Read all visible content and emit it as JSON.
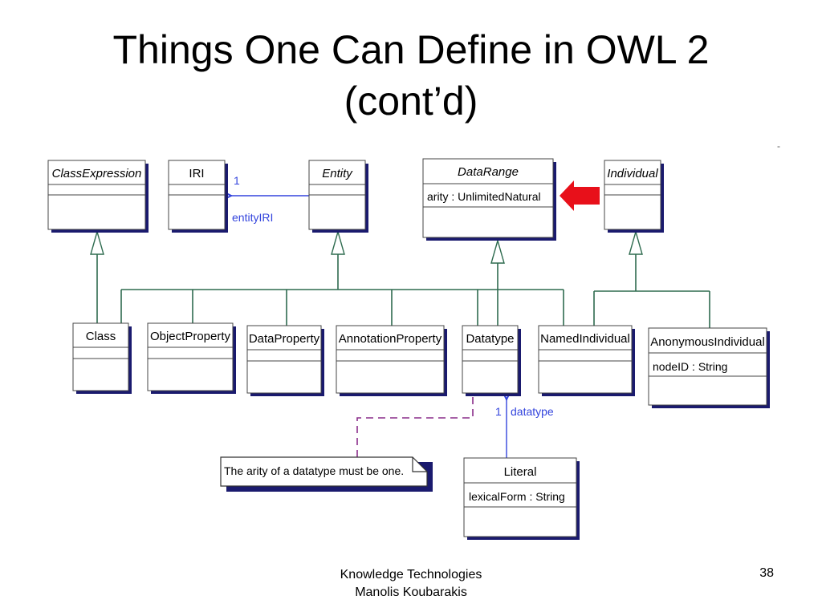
{
  "slide": {
    "title_line1": "Things One Can Define in OWL 2",
    "title_line2": "(cont’d)",
    "footer_line1": "Knowledge Technologies",
    "footer_line2": "Manolis Koubarakis",
    "page_number": "38",
    "corner_mark": "-"
  },
  "diagram": {
    "classes": {
      "class_expression": {
        "name": "ClassExpression",
        "italic": true
      },
      "iri": {
        "name": "IRI",
        "italic": false
      },
      "entity": {
        "name": "Entity",
        "italic": true
      },
      "data_range": {
        "name": "DataRange",
        "italic": true,
        "attribute": "arity : UnlimitedNatural"
      },
      "individual": {
        "name": "Individual",
        "italic": true
      },
      "class": {
        "name": "Class",
        "italic": false
      },
      "object_property": {
        "name": "ObjectProperty",
        "italic": false
      },
      "data_property": {
        "name": "DataProperty",
        "italic": false
      },
      "annotation_property": {
        "name": "AnnotationProperty",
        "italic": false
      },
      "datatype": {
        "name": "Datatype",
        "italic": false
      },
      "named_individual": {
        "name": "NamedIndividual",
        "italic": false
      },
      "anonymous_individual": {
        "name": "AnonymousIndividual",
        "italic": false,
        "attribute": "nodeID : String"
      },
      "literal": {
        "name": "Literal",
        "italic": false,
        "attribute": "lexicalForm : String"
      }
    },
    "associations": {
      "entity_iri_multiplicity": "1",
      "entity_iri_role": "entityIRI",
      "literal_datatype_multiplicity": "1",
      "literal_datatype_role": "datatype"
    },
    "note": "The arity of a datatype must be one.",
    "colors": {
      "box_shadow": "#1a1a6e",
      "tree_line": "#2e6b4f",
      "association": "#3344dd",
      "note_link": "#8a2d8a",
      "highlight_arrow": "#e8101a"
    },
    "highlight_arrow_icon": "red-left-arrow-icon"
  }
}
